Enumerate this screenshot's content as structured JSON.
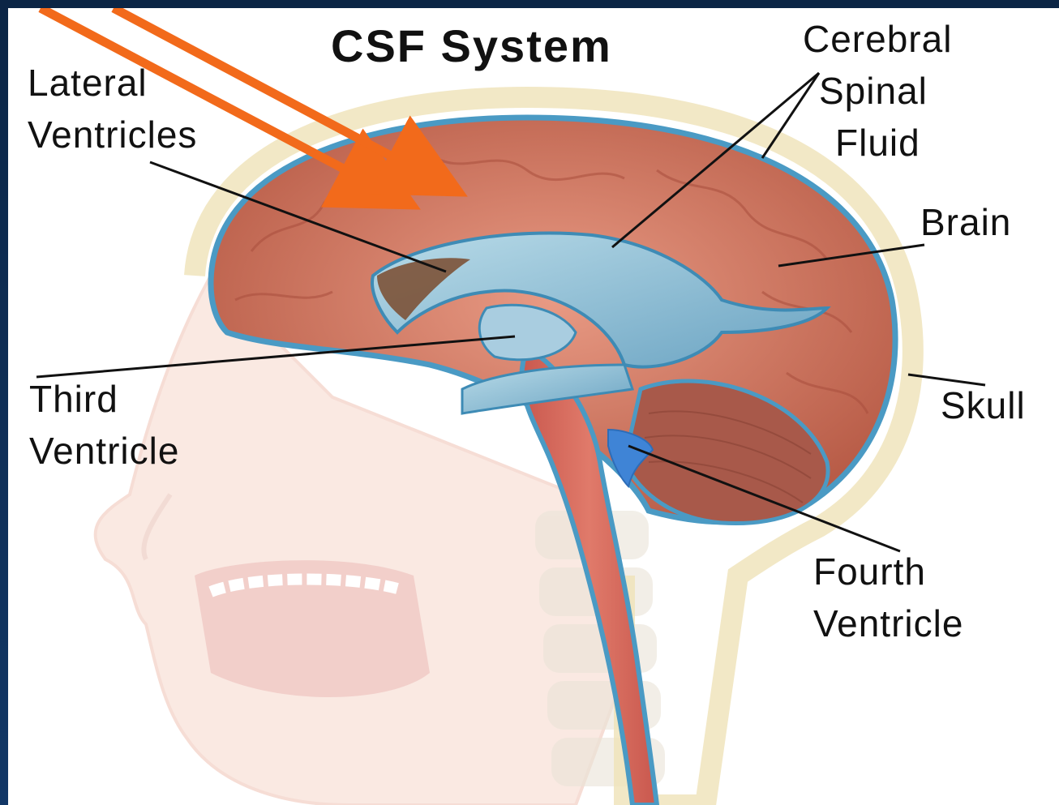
{
  "title": "CSF System",
  "labels": {
    "lateral_1": "Lateral",
    "lateral_2": "Ventricles",
    "csf_1": "Cerebral",
    "csf_2": "Spinal",
    "csf_3": "Fluid",
    "brain": "Brain",
    "third_1": "Third",
    "third_2": "Ventricle",
    "skull": "Skull",
    "fourth_1": "Fourth",
    "fourth_2": "Ventricle"
  },
  "colors": {
    "frame": "#0d2a4f",
    "brain": "#c8705a",
    "csf": "#8fc0d8",
    "arrow": "#f26a1b",
    "head": "#f6d8cc"
  }
}
